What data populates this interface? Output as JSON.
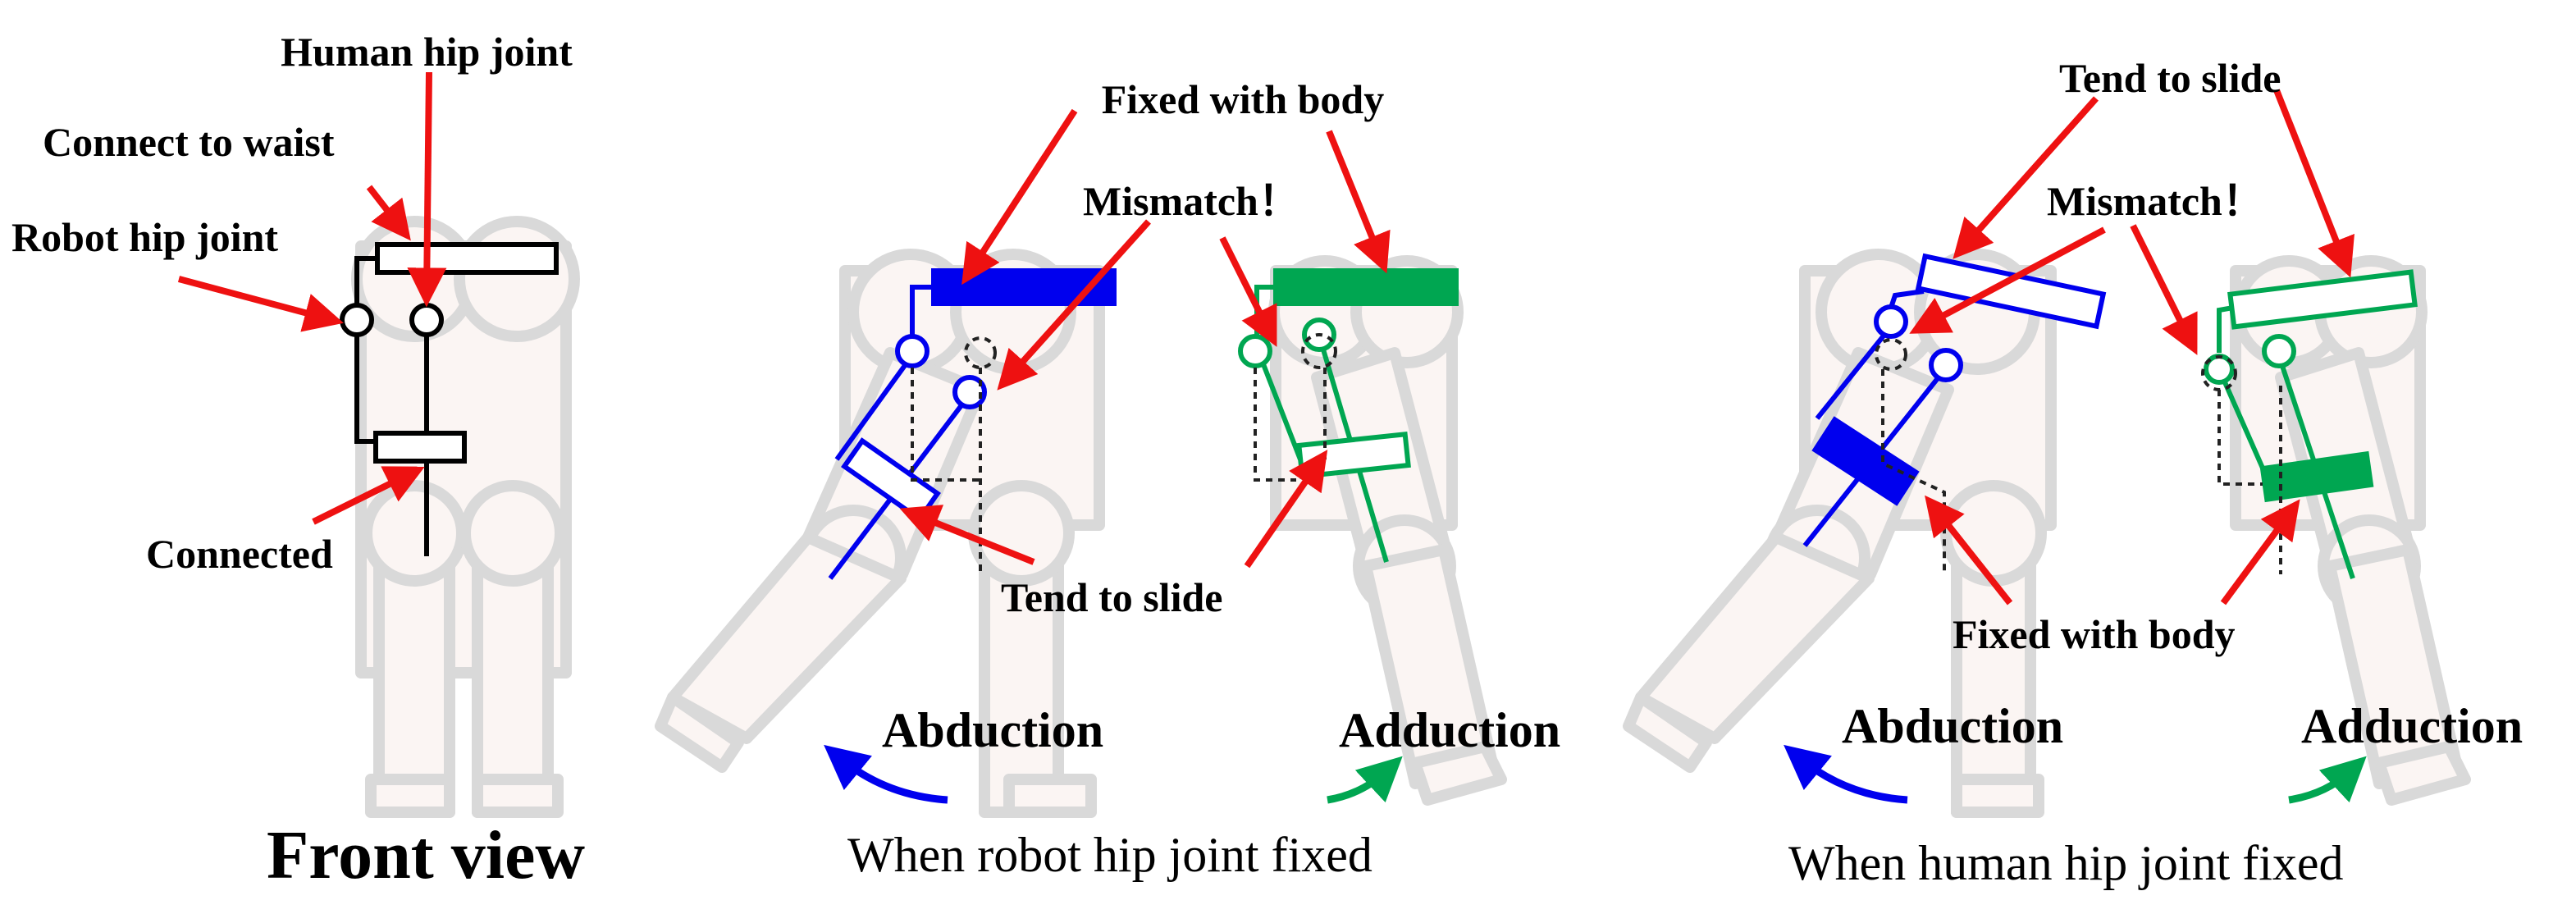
{
  "panel1": {
    "labels": {
      "human_hip_joint": "Human hip joint",
      "connect_to_waist": "Connect to waist",
      "robot_hip_joint": "Robot hip joint",
      "connected": "Connected"
    },
    "title": "Front view"
  },
  "panel2": {
    "labels": {
      "fixed_with_body": "Fixed with body",
      "mismatch": "Mismatch！",
      "tend_to_slide": "Tend to slide"
    },
    "motion_left": "Abduction",
    "motion_right": "Adduction",
    "caption": "When robot hip joint fixed"
  },
  "panel3": {
    "labels": {
      "tend_to_slide": "Tend to slide",
      "mismatch": "Mismatch！",
      "fixed_with_body": "Fixed with body"
    },
    "motion_left": "Abduction",
    "motion_right": "Adduction",
    "caption": "When human hip joint fixed"
  },
  "colors": {
    "abduction": "#0000ee",
    "adduction": "#00a651",
    "arrow": "#ee1111",
    "body_fill": "#fbf5f3",
    "body_outline": "#d9d9d9"
  }
}
